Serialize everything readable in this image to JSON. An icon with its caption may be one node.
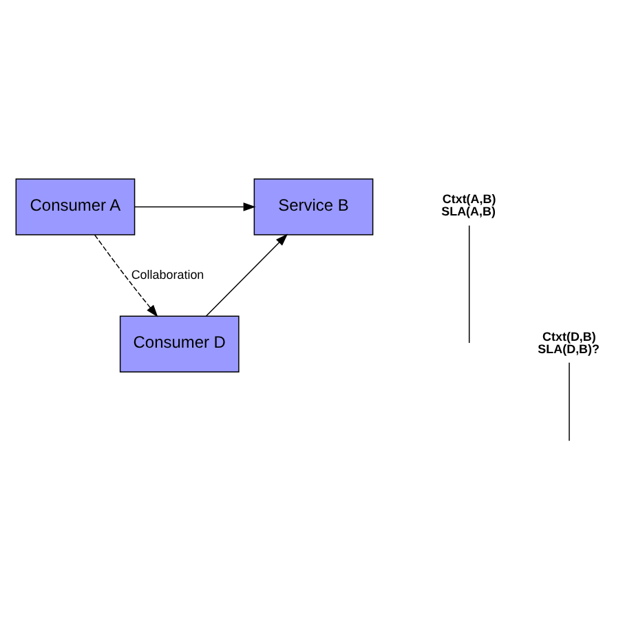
{
  "diagram": {
    "nodes": [
      {
        "text": [
          "Consumer A"
        ]
      },
      {
        "text": [
          "Service B"
        ]
      },
      {
        "text": [
          "Consumer D"
        ]
      },
      {
        "text": [
          "Ctxt(A,B)",
          "SLA(A,B)"
        ]
      },
      {
        "text": [
          "Ctxt(D,B)",
          "SLA(D,B)?"
        ]
      }
    ],
    "edges": [
      {
        "from": 0,
        "to": 1,
        "arrow": "to"
      },
      {
        "from": 0,
        "to": 2,
        "arrow": "to",
        "label": "Collaboration",
        "style": "dashed"
      },
      {
        "from": 2,
        "to": 1,
        "arrow": "to"
      },
      {
        "from": 3,
        "to": null,
        "arrow": "none"
      },
      {
        "from": 4,
        "to": null,
        "arrow": "none"
      }
    ]
  }
}
